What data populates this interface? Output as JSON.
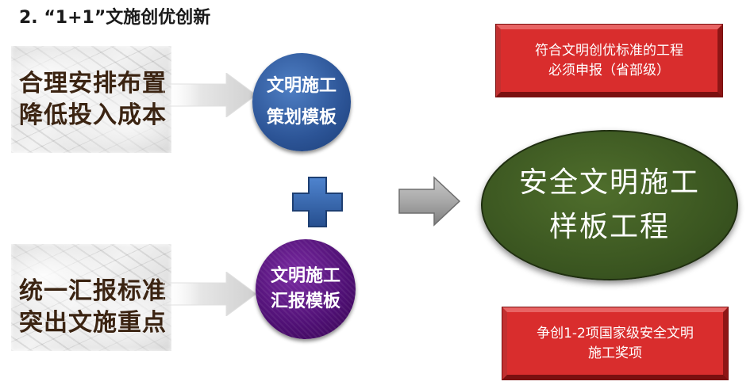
{
  "title": "2. “1+1”文施创优创新",
  "left_top": {
    "line1": "合理安排布置",
    "line2": "降低投入成本"
  },
  "left_bottom": {
    "line1": "统一汇报标准",
    "line2": "突出文施重点"
  },
  "circle_top": {
    "line1": "文明施工",
    "line2": "策划模板"
  },
  "circle_bottom": {
    "line1": "文明施工",
    "line2": "汇报模板"
  },
  "result": {
    "line1": "安全文明施工",
    "line2": "样板工程"
  },
  "box_top": {
    "line1": "符合文明创优标准的工程",
    "line2": "必须申报（省部级）"
  },
  "box_bottom": {
    "line1": "争创1-2项国家级安全文明",
    "line2": "施工奖项"
  },
  "colors": {
    "circle_blue": "#2c5496",
    "circle_purple": "#4e0f73",
    "ellipse_green": "#3a5520",
    "box_red": "#d92d2d",
    "plus_blue": "#2f5fa6"
  }
}
